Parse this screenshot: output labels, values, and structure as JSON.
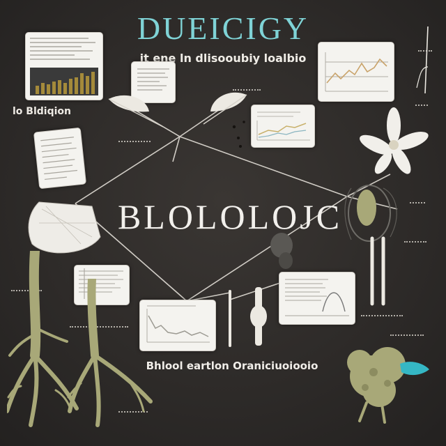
{
  "title": "DUEICIGY",
  "subtitle": "it ene ln dlisooubiy loalbio",
  "center_title": "BLOLOLOJC",
  "left_label": "lo Bldiqion",
  "bottom_caption": "Bhlool eartlon Oraniciuoiooio",
  "colors": {
    "background": "#2f2c2a",
    "title": "#7fd3d6",
    "text": "#f2f0ec",
    "card": "#f4f3ef",
    "chart_bars": "#a48a3a",
    "chart_dark": "#3a3a3a",
    "organism": "#a8a878",
    "accent": "#35b7c4"
  },
  "icons": [
    "feather-icon",
    "flower-icon",
    "root-icon",
    "seed-pod-icon",
    "cell-icon",
    "leaf-pod-icon",
    "bone-icon",
    "coral-icon",
    "cluster-icon"
  ]
}
